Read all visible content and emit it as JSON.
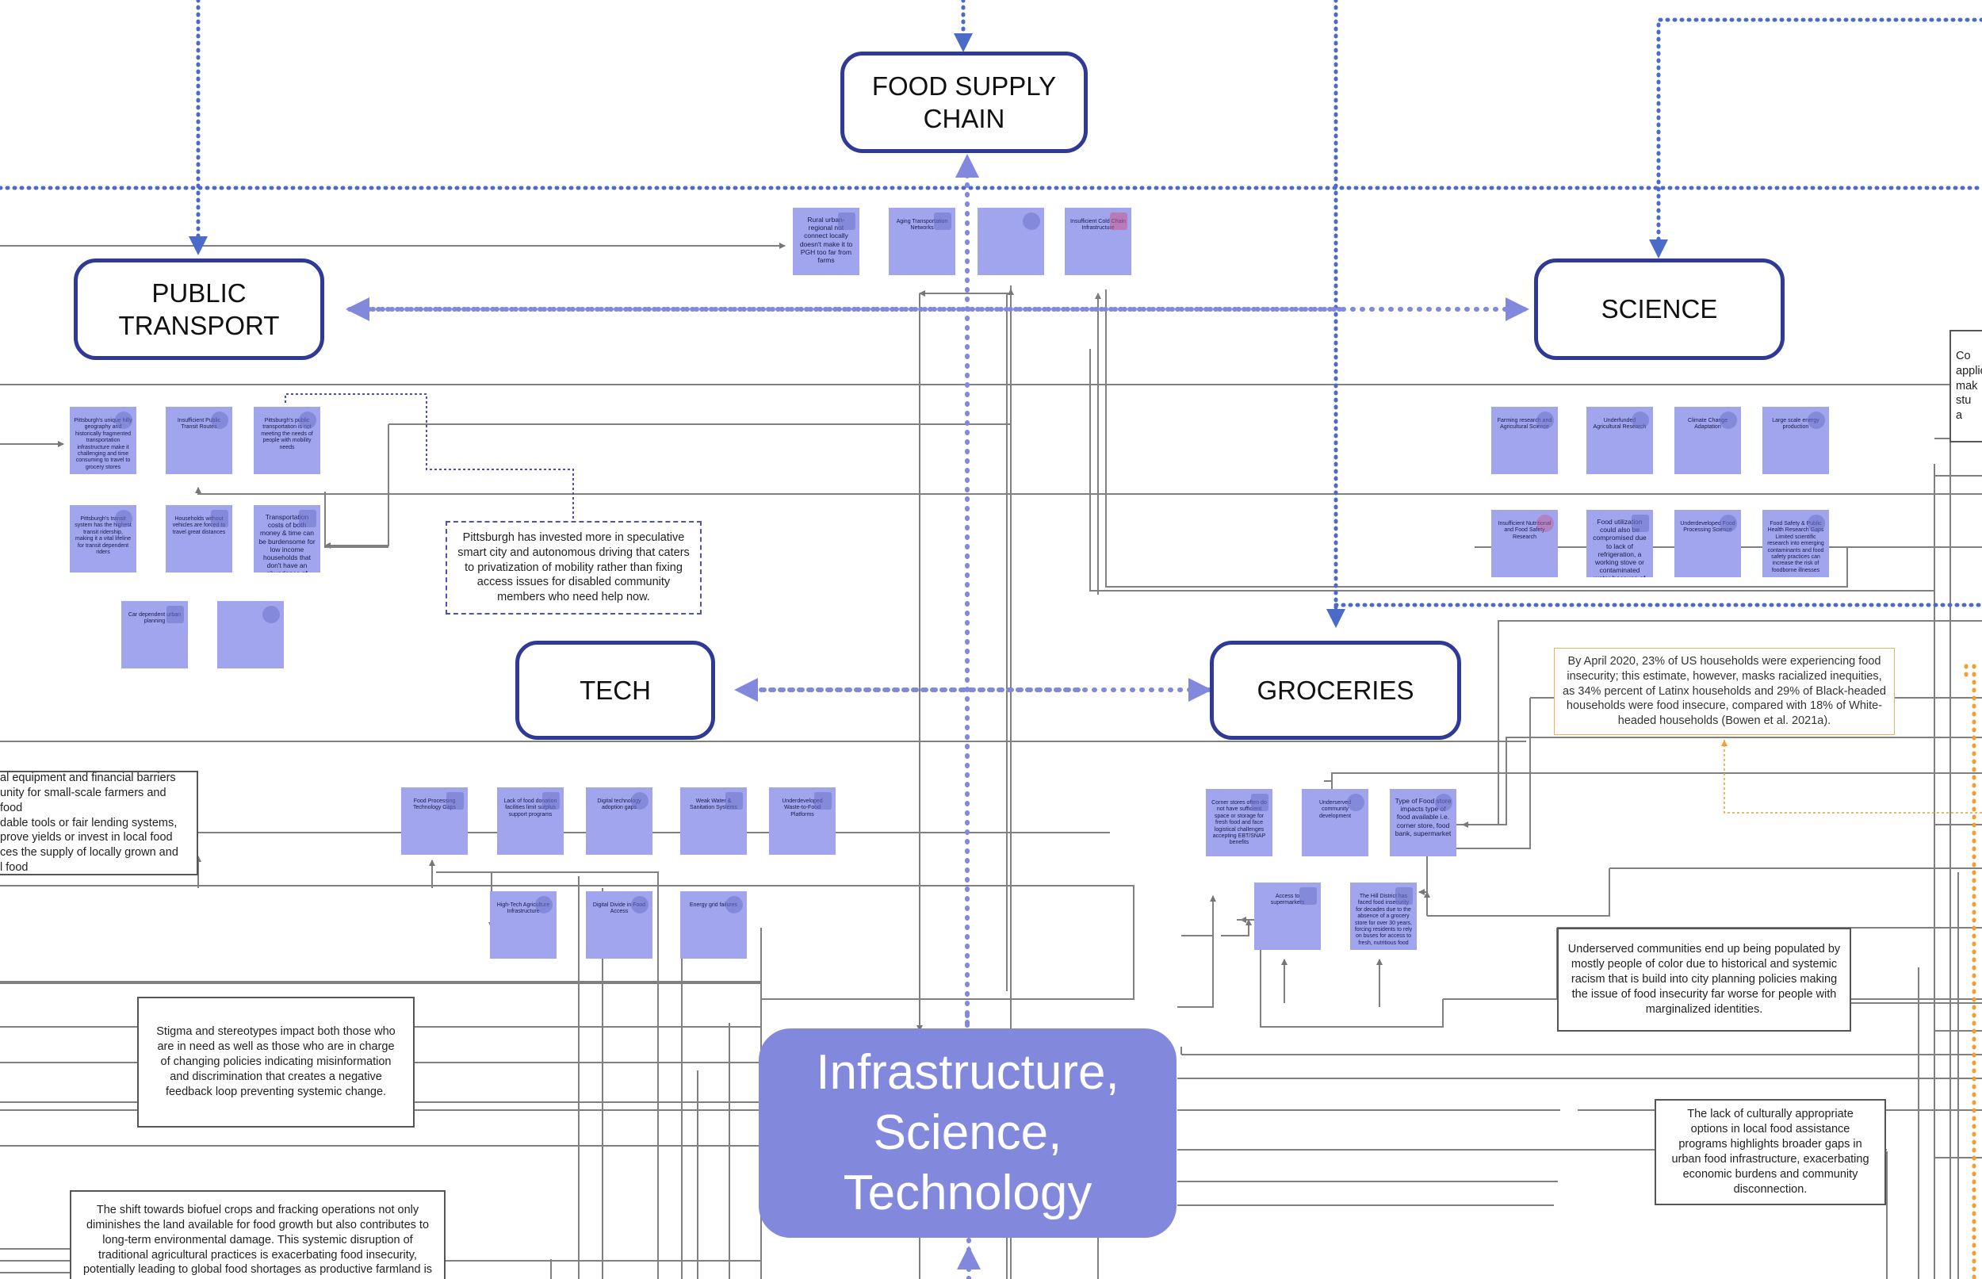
{
  "canvas": {
    "line_color": "#777777",
    "dotted_color": "#4a6cc8",
    "node_border_color": "#2f3a96",
    "hub_color": "#8289dc",
    "sticky_color": "#a0a5ee",
    "orange_color": "#f0a030"
  },
  "nodes": {
    "food_supply_chain": "FOOD SUPPLY\nCHAIN",
    "public_transport": "PUBLIC TRANSPORT",
    "science": "SCIENCE",
    "tech": "TECH",
    "groceries": "GROCERIES",
    "hub": "Infrastructure,\nScience,\nTechnology"
  },
  "notes": {
    "pittsburgh": "Pittsburgh has invested more in speculative smart city and autonomous driving that caters to privatization of mobility rather than fixing access issues for disabled community members who need help now.",
    "april_2020": "By April 2020, 23% of US households were experiencing food insecurity; this estimate, however, masks racialized inequities, as 34% percent of Latinx households and 29% of Black-headed households were food insecure, compared with 18% of White-headed households (Bowen et al. 2021a).",
    "equipment": "al equipment and financial barriers\nunity for small-scale farmers and food\ndable tools or fair lending systems,\nprove yields or invest in local food\nces the supply of locally grown and\nl food",
    "underserved": "Underserved communities end up being populated by mostly people of color due to historical and systemic racism that is build into city planning policies making the issue of food insecurity far worse for people with marginalized identities.",
    "stigma": "Stigma and stereotypes impact both those who are in need as well as those who are in charge of changing policies indicating misinformation and discrimination that creates a negative feedback loop preventing systemic change.",
    "culturally": "The lack of culturally appropriate options in local food assistance programs highlights broader gaps in urban food infrastructure, exacerbating economic burdens and community disconnection.",
    "biofuel": "The shift towards biofuel crops and fracking operations not only diminishes the land available for food growth but also contributes to long-term environmental damage. This systemic disruption of traditional agricultural practices is exacerbating food insecurity, potentially leading to global food shortages as productive farmland is",
    "science_side": "Co\napplic\nmak\nstu\na"
  },
  "stickies": {
    "fsc_1": "Rural urban-regional not connect locally doesn't make it to PGH too far from farms",
    "fsc_2": "Aging Transportation Networks",
    "fsc_3": "",
    "fsc_4": "Insufficient Cold Chain Infrastructure",
    "pt_1": "Pittsburgh's unique hilly geography and historically fragmented transportation infrastructure make it challenging and time consuming to travel to grocery stores",
    "pt_2": "Insufficient Public Transit Routes",
    "pt_3": "Pittsburgh's public transportation is not meeting the needs of people with mobility needs",
    "pt_4": "Pittsburgh's transit system has the highest transit ridership, making it a vital lifeline for transit dependent riders",
    "pt_5": "Households without vehicles are forced to travel great distances",
    "pt_6": "Transportation costs of both money & time can be burdensome for low income households that don't have an abundance of either",
    "pt_7": "Car dependent urban planning",
    "pt_8": "",
    "tech_1": "Food Processing Technology Gaps",
    "tech_2": "Lack of food donation facilities limit surplus support programs",
    "tech_3": "Digital technology adoption gaps",
    "tech_4": "Weak Water & Sanitation Systems",
    "tech_5": "Underdeveloped Waste-to-Food Platforms",
    "tech_6": "High-Tech Agriculture Infrastructure",
    "tech_7": "Digital Divide in Food Access",
    "tech_8": "Energy grid failures",
    "sci_1": "Farming research and Agricultural Science",
    "sci_2": "Underfunded Agricultural Research",
    "sci_3": "Climate Change Adaptation",
    "sci_4": "Large scale energy production",
    "sci_5": "Insufficient Nutritional and Food Safety Research",
    "sci_6": "Food utilization could also be compromised due to lack of refrigeration, a working stove or contaminated water because of low income",
    "sci_7": "Underdeveloped Food Processing Science",
    "sci_8": "Food Safety & Public Health Research Gaps Limited scientific research into emerging contaminants and food safety practices can increase the risk of foodborne illnesses",
    "gro_1": "Corner stores often do not have sufficient space or storage for fresh food and face logistical challenges accepting EBT/SNAP benefits",
    "gro_2": "Underserved community development",
    "gro_3": "Type of Food store impacts type of food available i.e. corner store, food bank, supermarket",
    "gro_4": "Access to supermarkets",
    "gro_5": "The Hill District has faced food insecurity for decades due to the absence of a grocery store for over 30 years, forcing residents to rely on buses for access to fresh, nutritious food"
  }
}
